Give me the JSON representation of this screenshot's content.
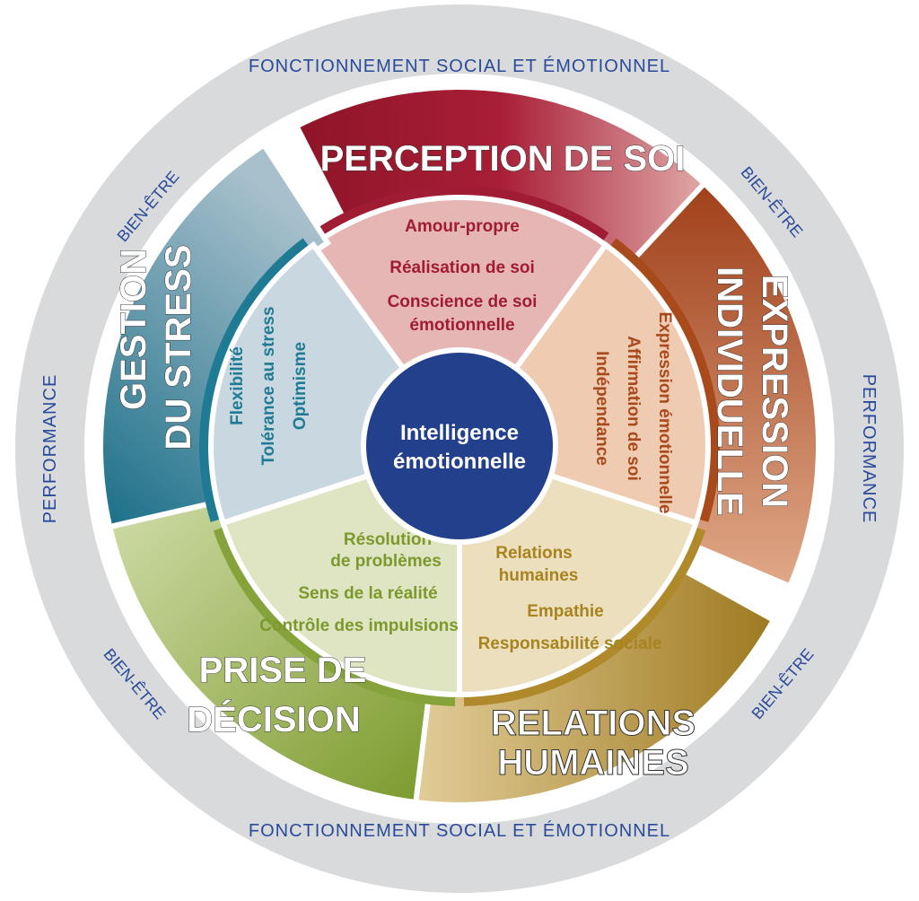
{
  "center": {
    "line1": "Intelligence",
    "line2": "émotionnelle",
    "color": "#22408c"
  },
  "ring": {
    "top": "FONCTIONNEMENT SOCIAL ET ÉMOTIONNEL",
    "bottom": "FONCTIONNEMENT SOCIAL ET ÉMOTIONNEL",
    "left": "PERFORMANCE",
    "right": "PERFORMANCE",
    "wellbeing_tl": "BIEN-ÊTRE",
    "wellbeing_tr": "BIEN-ÊTRE",
    "wellbeing_bl": "BIEN-ÊTRE",
    "wellbeing_br": "BIEN-ÊTRE",
    "color": "#d9dadc",
    "text_color": "#2a4a9a"
  },
  "segments": {
    "perception": {
      "title": "PERCEPTION DE SOI",
      "items": [
        "Amour-propre",
        "Réalisation de soi",
        "Conscience de soi",
        "émotionnelle"
      ],
      "color": "#a01c34",
      "inner_color": "#e6b6b4",
      "text_color": "#a01c34"
    },
    "expression": {
      "title1": "EXPRESSION",
      "title2": "INDIVIDUELLE",
      "items": [
        "Expression émotionnelle",
        "Affirmation de soi",
        "Indépendance"
      ],
      "color": "#a84a1c",
      "inner_color": "#efcbb2",
      "text_color": "#a84a1c"
    },
    "relations": {
      "title": "RELATIONS HUMAINES",
      "items": [
        "Relations",
        "humaines",
        "Empathie",
        "Responsabilité sociale"
      ],
      "color": "#b08a2a",
      "inner_color": "#ecdfbd",
      "text_color": "#a8841f"
    },
    "decision": {
      "title1": "PRISE DE",
      "title2": "DÉCISION",
      "items": [
        "Résolution",
        "de problèmes",
        "Sens de la réalité",
        "Contrôle des impulsions"
      ],
      "color": "#86a23a",
      "inner_color": "#dfe4c3",
      "text_color": "#7c9a2c"
    },
    "stress": {
      "title1": "GESTION",
      "title2": "DU STRESS",
      "items": [
        "Flexibilité",
        "Tolérance au stress",
        "Optimisme"
      ],
      "color": "#1f7b93",
      "inner_color": "#c9d7e1",
      "text_color": "#1f7b93"
    }
  }
}
